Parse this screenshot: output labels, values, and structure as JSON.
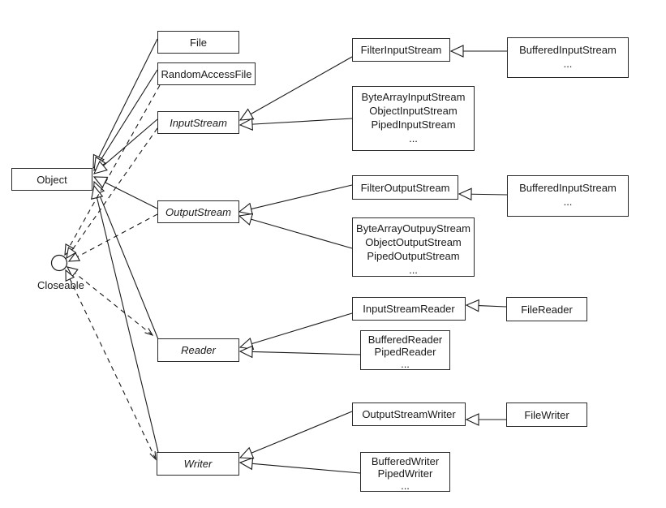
{
  "diagram": {
    "background_color": "#ffffff",
    "line_color": "#1a1a1a",
    "boxes": {
      "object": {
        "label": "Object"
      },
      "file": {
        "label": "File"
      },
      "random_access_file": {
        "label": "RandomAccessFile"
      },
      "input_stream": {
        "label": "InputStream"
      },
      "output_stream": {
        "label": "OutputStream"
      },
      "reader": {
        "label": "Reader"
      },
      "writer": {
        "label": "Writer"
      },
      "filter_input_stream": {
        "label": "FilterInputStream"
      },
      "buffered_input_stream_top": {
        "lines": [
          "BufferedInputStream",
          "..."
        ]
      },
      "input_stream_subclasses": {
        "lines": [
          "ByteArrayInputStream",
          "ObjectInputStream",
          "PipedInputStream",
          "..."
        ]
      },
      "filter_output_stream": {
        "label": "FilterOutputStream"
      },
      "buffered_input_stream_bottom": {
        "lines": [
          "BufferedInputStream",
          "..."
        ]
      },
      "output_stream_subclasses": {
        "lines": [
          "ByteArrayOutpuyStream",
          "ObjectOutputStream",
          "PipedOutputStream",
          "..."
        ]
      },
      "input_stream_reader": {
        "label": "InputStreamReader"
      },
      "file_reader": {
        "label": "FileReader"
      },
      "reader_subclasses": {
        "lines": [
          "BufferedReader",
          "PipedReader",
          "..."
        ]
      },
      "output_stream_writer": {
        "label": "OutputStreamWriter"
      },
      "file_writer": {
        "label": "FileWriter"
      },
      "writer_subclasses": {
        "lines": [
          "BufferedWriter",
          "PipedWriter",
          "..."
        ]
      }
    },
    "interface": {
      "label": "Closeable"
    },
    "edges": [
      {
        "from": "file",
        "to": "object",
        "type": "extends"
      },
      {
        "from": "random_access_file",
        "to": "object",
        "type": "extends"
      },
      {
        "from": "input_stream",
        "to": "object",
        "type": "extends"
      },
      {
        "from": "output_stream",
        "to": "object",
        "type": "extends"
      },
      {
        "from": "reader",
        "to": "object",
        "type": "extends"
      },
      {
        "from": "writer",
        "to": "object",
        "type": "extends"
      },
      {
        "from": "filter_input_stream",
        "to": "input_stream",
        "type": "extends"
      },
      {
        "from": "input_stream_subclasses",
        "to": "input_stream",
        "type": "extends"
      },
      {
        "from": "buffered_input_stream_top",
        "to": "filter_input_stream",
        "type": "extends"
      },
      {
        "from": "filter_output_stream",
        "to": "output_stream",
        "type": "extends"
      },
      {
        "from": "output_stream_subclasses",
        "to": "output_stream",
        "type": "extends"
      },
      {
        "from": "buffered_input_stream_bottom",
        "to": "filter_output_stream",
        "type": "extends"
      },
      {
        "from": "input_stream_reader",
        "to": "reader",
        "type": "extends"
      },
      {
        "from": "reader_subclasses",
        "to": "reader",
        "type": "extends"
      },
      {
        "from": "file_reader",
        "to": "input_stream_reader",
        "type": "extends"
      },
      {
        "from": "output_stream_writer",
        "to": "writer",
        "type": "extends"
      },
      {
        "from": "writer_subclasses",
        "to": "writer",
        "type": "extends"
      },
      {
        "from": "file_writer",
        "to": "output_stream_writer",
        "type": "extends"
      },
      {
        "from": "random_access_file",
        "to": "closeable",
        "type": "implements"
      },
      {
        "from": "input_stream",
        "to": "closeable",
        "type": "implements"
      },
      {
        "from": "output_stream",
        "to": "closeable",
        "type": "implements"
      },
      {
        "from": "reader",
        "to": "closeable",
        "type": "implements"
      },
      {
        "from": "writer",
        "to": "closeable",
        "type": "implements"
      }
    ]
  }
}
